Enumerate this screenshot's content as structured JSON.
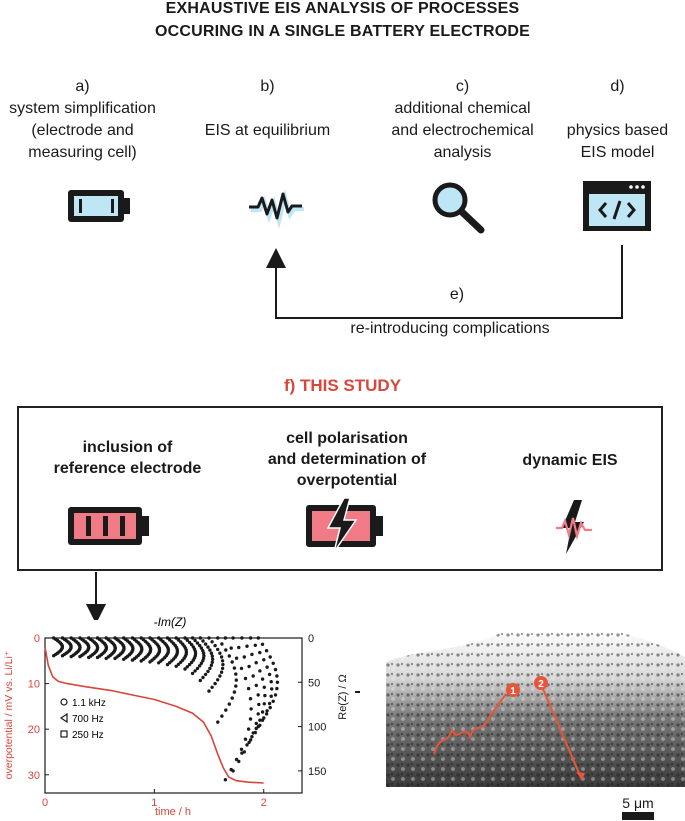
{
  "title": {
    "line1": "EXHAUSTIVE EIS ANALYSIS OF PROCESSES",
    "line2": "OCCURING IN A SINGLE BATTERY ELECTRODE"
  },
  "steps": [
    {
      "letter": "a)",
      "lines": [
        "system simplification",
        "(electrode and",
        "measuring cell)"
      ],
      "icon": "battery-icon"
    },
    {
      "letter": "b)",
      "lines": [
        "EIS at equilibrium"
      ],
      "icon": "signal-wave-icon"
    },
    {
      "letter": "c)",
      "lines": [
        "additional chemical",
        "and electrochemical",
        "analysis"
      ],
      "icon": "magnifier-icon"
    },
    {
      "letter": "d)",
      "lines": [
        "physics based",
        "EIS model"
      ],
      "icon": "code-window-icon"
    }
  ],
  "feedback": {
    "letter": "e)",
    "label": "re-introducing complications"
  },
  "study": {
    "heading": "f) THIS STUDY",
    "items": [
      {
        "lines": [
          "inclusion of",
          "reference electrode"
        ],
        "icon": "battery-reference-icon"
      },
      {
        "lines": [
          "cell polarisation",
          "and determination of",
          "overpotential"
        ],
        "icon": "battery-lightning-icon"
      },
      {
        "lines": [
          "dynamic EIS"
        ],
        "icon": "dynamic-eis-icon"
      }
    ]
  },
  "colors": {
    "accent": "#d9463b",
    "light_blue": "#bfe6f5",
    "pink": "#f07a86",
    "dark": "#1a1a1a"
  },
  "chart_data": {
    "type": "scatter",
    "top_axis_label": "-Im(Z)",
    "xlabel": "time / h",
    "ylabel_left": "overpotential / mV vs. Li/Li⁺",
    "ylabel_right": "Re(Z) / Ω",
    "x_ticks": [
      "0",
      "1",
      "2"
    ],
    "y_left_ticks": [
      "0",
      "10",
      "20",
      "30"
    ],
    "y_right_ticks": [
      "0",
      "50",
      "100",
      "150"
    ],
    "xlim": [
      0,
      2.35
    ],
    "ylim_left": [
      0,
      34
    ],
    "ylim_right": [
      0,
      175
    ],
    "legend": [
      {
        "marker": "circle",
        "label": "1.1 kHz"
      },
      {
        "marker": "triangle",
        "label": "700 Hz"
      },
      {
        "marker": "square",
        "label": "250 Hz"
      }
    ],
    "overpotential_series": {
      "name": "",
      "color": "#d9463b",
      "x": [
        0,
        0.03,
        0.07,
        0.12,
        0.2,
        0.4,
        0.6,
        0.8,
        1.0,
        1.2,
        1.35,
        1.45,
        1.52,
        1.58,
        1.63,
        1.68,
        1.75,
        1.85,
        2.0
      ],
      "y": [
        2,
        6,
        8.5,
        9.5,
        10,
        10.8,
        11.5,
        12.5,
        13.5,
        15,
        16.5,
        18.5,
        21.5,
        25.5,
        28.5,
        30.5,
        31.3,
        31.6,
        31.8
      ]
    },
    "impedance_arcs": {
      "start_times": [
        0.08,
        0.16,
        0.24,
        0.32,
        0.4,
        0.48,
        0.56,
        0.64,
        0.72,
        0.8,
        0.88,
        0.96,
        1.04,
        1.12,
        1.2,
        1.28,
        1.35,
        1.42,
        1.5,
        1.58,
        1.65,
        1.72,
        1.8,
        1.88,
        1.95
      ],
      "max_re": [
        20,
        20,
        21,
        21,
        22,
        22,
        23,
        23,
        24,
        25,
        26,
        27,
        28,
        30,
        32,
        35,
        40,
        48,
        60,
        95,
        160,
        150,
        130,
        115,
        100
      ]
    }
  },
  "sem": {
    "scale_label": "5 μm",
    "markers": [
      "1",
      "2"
    ]
  }
}
